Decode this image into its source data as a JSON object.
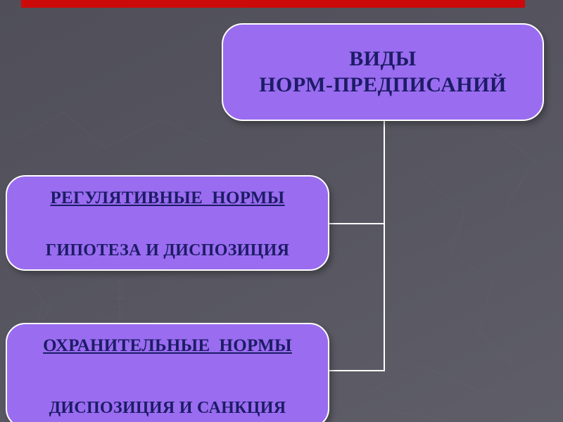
{
  "theme": {
    "background_top": "#504f59",
    "background_bottom": "#5f5e68",
    "accent_bar": "#cc0a0a",
    "node_fill": "#9a6cf0",
    "node_border": "#ffffff",
    "node_text": "#1c1c66",
    "connector": "#ffffff"
  },
  "diagram": {
    "root": {
      "line1": "ВИДЫ",
      "line2": "НОРМ-ПРЕДПИСАНИЙ"
    },
    "nodes": [
      {
        "title": "РЕГУЛЯТИВНЫЕ  НОРМЫ",
        "subtitle": "ГИПОТЕЗА И ДИСПОЗИЦИЯ"
      },
      {
        "title": "ОХРАНИТЕЛЬНЫЕ  НОРМЫ",
        "subtitle": "ДИСПОЗИЦИЯ И САНКЦИЯ"
      }
    ]
  }
}
